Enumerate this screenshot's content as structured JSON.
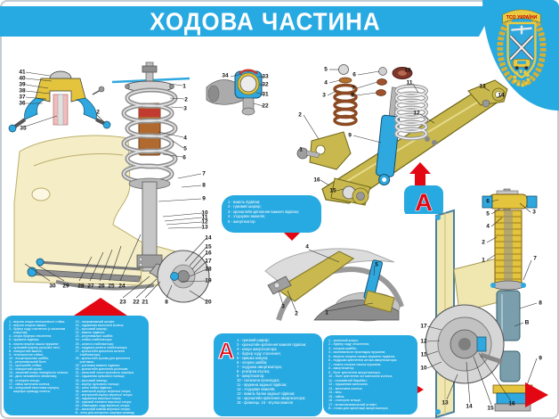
{
  "page": {
    "title": "ХОДОВА ЧАСТИНА"
  },
  "emblem": {
    "scroll_text": "ТСО УКРАЇНИ"
  },
  "view_marker": "A",
  "colors": {
    "accent_blue": "#27A9E1",
    "accent_red": "#E30613",
    "khaki_metal": "#C8B84E",
    "pale_body": "#F4EDC6",
    "boot_yellow": "#E3C43C"
  },
  "legends": {
    "front_suspension": {
      "col1": [
        "1 - верхня опора телескопічної стійки;",
        "2 - верхня опорна чашка;",
        "3 - буфер ходу стиснення (з захисним кожухом);",
        "4 - опора буфера стиснення;",
        "5 - пружина підвіски;",
        "6 - нижня опорна чашка пружини;",
        "7 - кульовий шарнір рульової тяги;",
        "8 - поворотний важіль;",
        "9 - телескопічна стійка;",
        "10 - ексцентрикова шайба;",
        "11 - регулювальний болт;",
        "12 - кронштейн стійки;",
        "13 - поворотний кулак;",
        "14 - захисний кожух переднього гальма;",
        "15 - диск гальмівного механізму;",
        "16 - стопорне кільце;",
        "17 - гайка маточини колеса;",
        "18 - шліцьовий хвостовик корпусу шарніра приводу колеса;"
      ],
      "col2": [
        "19 - направляючий штифт;",
        "20 - підшипник маточини колеса;",
        "21 - кульовий шарнір;",
        "22 - важіль підвіски;",
        "23 - регулювальні шайби;",
        "24 - стійка стабілізатора;",
        "25 - штанга стабілізатора;",
        "26 - подушка штанги стабілізатора;",
        "27 - кронштейн кріплення штанги стабілізатора;",
        "28 - кронштейн кузова для кріплення розтяжки;",
        "29 - розтяжка важеля підвіски;",
        "30 - кронштейн кріплення розтяжки;",
        "31 - захисний чохол кульового шарніра;",
        "32 - підшипник кульового пальця;",
        "33 - кульовий палець;",
        "34 - корпус кульового пальця;",
        "35 - шток стійки підвіски;",
        "36 - зовнішній корпус верхньої опори;",
        "37 - внутрішній корпус верхньої опори;",
        "38 - підшипник верхньої опори;",
        "39 - гумовий елемент верхньої опори;",
        "40 - обмежувач ходу верхньої опори;",
        "41 - захисний ковпак верхньої опори;",
        "B - зона для контролю шарніра приводу колеса"
      ]
    },
    "rear_arm_bubble": {
      "items": [
        "1 - важіль підвіски;",
        "2 - гумовий шарнір;",
        "3 - кронштейн кріплення важеля підвіски;",
        "4 - з’єднувач важелів;",
        "5 - амортизатор"
      ]
    },
    "rear_axle": {
      "marker": "A",
      "items": [
        "1 - гумовий шарнір;",
        "2 - кронштейн кріплення важеля підвіски;",
        "3 - кожух амортизатора;",
        "4 - буфер ходу стиснення;",
        "5 - кришка кожуха;",
        "6 - опорна шайба;",
        "7 - подушка амортизатора;",
        "8 - розпірна втулка;",
        "9 - амортизатор;",
        "10 - ізолююча прокладка;",
        "11 - пружина задньої підвіски;",
        "12 - з’єднувач важелів;",
        "13 - важіль балки задньої підвіски;",
        "14 - кронштейн кріплення амортизатора;",
        "15 - фланець; 16 - втулка важеля"
      ]
    },
    "rear_shock": {
      "items": [
        "1 - захисний кожух;",
        "2 - буфер ходу стиснення;",
        "3 - опорна шайба;",
        "4 - ізолювальна прокладка пружини;",
        "5 - верхня опорна чашка пружини підвіски;",
        "6 - подушки кріплення штока амортизатора;",
        "7 - нижня опорна чашка пружини;",
        "8 - амортизатор;",
        "9 - болт кріплення амортизатора;",
        "10 - болт кріплення осі маточини колеса;",
        "11 - гальмівний барабан;",
        "12 - підшипник маточини;",
        "13 - маточина колеса;",
        "14 - вісь;",
        "15 - гайка;",
        "16 - стопорне кільце;",
        "17 - встановлювальний штифт;",
        "B - точка для орієнтації амортизатора"
      ]
    }
  },
  "callouts": [
    [
      "41",
      25,
      81
    ],
    [
      "40",
      25,
      88
    ],
    [
      "39",
      25,
      95
    ],
    [
      "38",
      25,
      102
    ],
    [
      "37",
      25,
      109
    ],
    [
      "36",
      25,
      116
    ],
    [
      "35",
      26,
      144
    ],
    [
      "2",
      110,
      126
    ],
    [
      "1",
      207,
      97
    ],
    [
      "2",
      209,
      112
    ],
    [
      "3",
      208,
      122
    ],
    [
      "4",
      208,
      155
    ],
    [
      "5",
      208,
      167
    ],
    [
      "6",
      207,
      177
    ],
    [
      "7",
      229,
      195
    ],
    [
      "8",
      229,
      208
    ],
    [
      "9",
      229,
      223
    ],
    [
      "10",
      230,
      239
    ],
    [
      "11",
      230,
      244
    ],
    [
      "12",
      230,
      249
    ],
    [
      "13",
      230,
      255
    ],
    [
      "14",
      234,
      267
    ],
    [
      "15",
      234,
      277
    ],
    [
      "16",
      234,
      284
    ],
    [
      "17",
      234,
      293
    ],
    [
      "18",
      234,
      302
    ],
    [
      "19",
      234,
      315
    ],
    [
      "20",
      234,
      339
    ],
    [
      "30",
      59,
      321
    ],
    [
      "29",
      74,
      321
    ],
    [
      "28",
      91,
      321
    ],
    [
      "27",
      102,
      321
    ],
    [
      "26",
      114,
      321
    ],
    [
      "25",
      125,
      321
    ],
    [
      "24",
      137,
      321
    ],
    [
      "23",
      138,
      339
    ],
    [
      "22",
      153,
      339
    ],
    [
      "21",
      163,
      339
    ],
    [
      "8",
      187,
      339
    ],
    [
      "34",
      253,
      85
    ],
    [
      "33",
      298,
      86
    ],
    [
      "32",
      298,
      95
    ],
    [
      "31",
      298,
      106
    ],
    [
      "22",
      298,
      119
    ],
    [
      "5",
      366,
      78
    ],
    [
      "4",
      366,
      93
    ],
    [
      "3",
      364,
      107
    ],
    [
      "2",
      337,
      129
    ],
    [
      "1",
      338,
      168
    ],
    [
      "16",
      356,
      202
    ],
    [
      "15",
      374,
      214
    ],
    [
      "9",
      393,
      152
    ],
    [
      "6",
      398,
      84
    ],
    [
      "7",
      397,
      99
    ],
    [
      "8",
      396,
      107
    ],
    [
      "10",
      458,
      79
    ],
    [
      "11",
      460,
      93
    ],
    [
      "12",
      468,
      127
    ],
    [
      "13",
      542,
      97
    ],
    [
      "14",
      563,
      107
    ],
    [
      "4",
      345,
      277
    ],
    [
      "5",
      423,
      297
    ],
    [
      "3",
      318,
      344
    ],
    [
      "2",
      333,
      352
    ],
    [
      "1",
      367,
      351
    ],
    [
      "6",
      548,
      226
    ],
    [
      "5",
      548,
      240
    ],
    [
      "4",
      548,
      254
    ],
    [
      "3",
      600,
      238
    ],
    [
      "2",
      543,
      272
    ],
    [
      "1",
      543,
      292
    ],
    [
      "7",
      601,
      290
    ],
    [
      "8",
      607,
      340
    ],
    [
      "B",
      592,
      362
    ],
    [
      "9",
      607,
      402
    ],
    [
      "17",
      476,
      366
    ],
    [
      "12",
      476,
      383
    ],
    [
      "11",
      476,
      398
    ],
    [
      "10",
      476,
      413
    ],
    [
      "13",
      500,
      452
    ],
    [
      "14",
      527,
      456
    ],
    [
      "15",
      551,
      458
    ],
    [
      "16",
      575,
      453
    ]
  ]
}
